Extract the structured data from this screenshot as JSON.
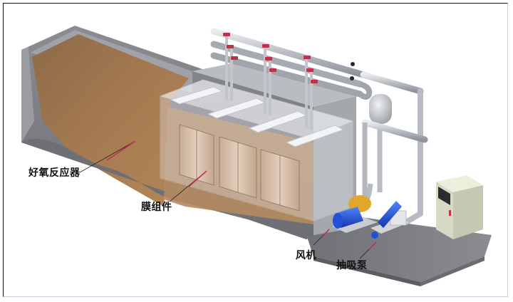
{
  "diagram": {
    "labels": {
      "reactor": "好氧反应器",
      "membrane": "膜组件",
      "blower": "风机",
      "pump": "抽吸泵"
    },
    "colors": {
      "concrete": "#7d7f86",
      "concrete_light": "#a3a5ab",
      "sludge": "#a77b52",
      "pipe": "#c9cdd2",
      "valve": "#c0304a",
      "blower_motor": "#1e4fd1",
      "blower_head": "#e0a72a",
      "cabinet": "#dcdcc8",
      "leader_line": "#c0304a"
    }
  }
}
